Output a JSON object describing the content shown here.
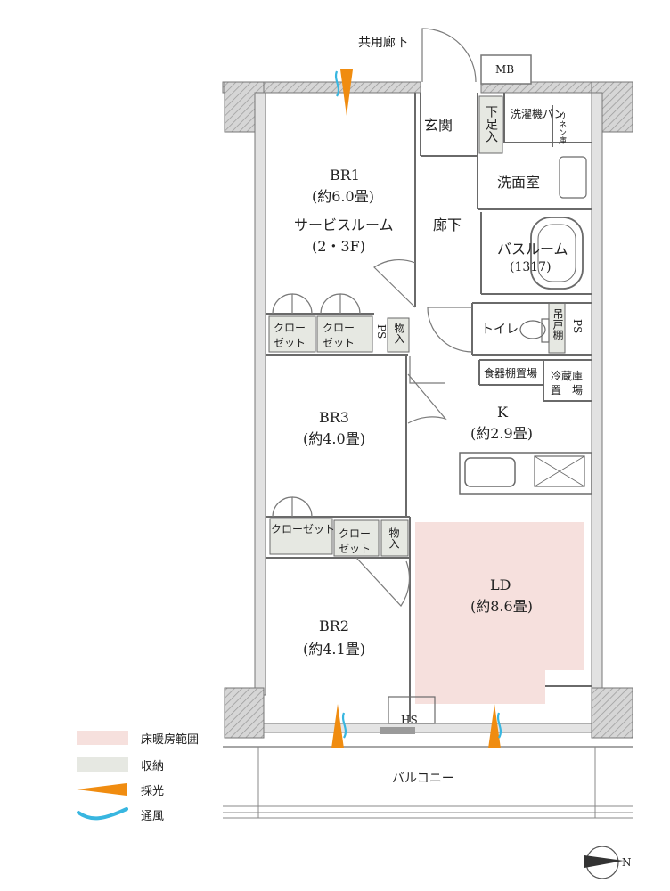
{
  "colors": {
    "floor_heating": "#f6e0dd",
    "storage": "#e6e8e2",
    "light": "#f08c10",
    "wind": "#38b6e0",
    "wall": "#cfcfcf",
    "line": "#6a6a6a"
  },
  "labels": {
    "corridor_common": "共用廊下",
    "mb": "MB",
    "entrance": "玄関",
    "shoe_storage": "下足入",
    "washer_pan": "洗濯機パン",
    "linen": "リネン庫",
    "washroom": "洗面室",
    "hallway": "廊下",
    "bathroom": "バスルーム",
    "bath_size": "(1317)",
    "br1_name": "BR1",
    "br1_size": "(約6.0畳)",
    "br1_service": "サービスルーム",
    "br1_service_floor": "(2・3F)",
    "closet_a": "クロー",
    "closet_b": "ゼット",
    "ps": "PS",
    "storage_item": "物入",
    "toilet": "トイレ",
    "hanging_shelf": "吊戸棚",
    "dish_shelf": "食器棚置場",
    "fridge_1": "冷蔵庫",
    "fridge_2": "置　場",
    "k_name": "K",
    "k_size": "(約2.9畳)",
    "br3_name": "BR3",
    "br3_size": "(約4.0畳)",
    "closet_full": "クローゼット",
    "ld_name": "LD",
    "ld_size": "(約8.6畳)",
    "br2_name": "BR2",
    "br2_size": "(約4.1畳)",
    "hs": "HS",
    "balcony": "バルコニー"
  },
  "legend": [
    {
      "key": "floor_heating",
      "label": "床暖房範囲"
    },
    {
      "key": "storage",
      "label": "収納"
    },
    {
      "key": "light",
      "label": "採光"
    },
    {
      "key": "wind",
      "label": "通風"
    }
  ],
  "compass": "N"
}
